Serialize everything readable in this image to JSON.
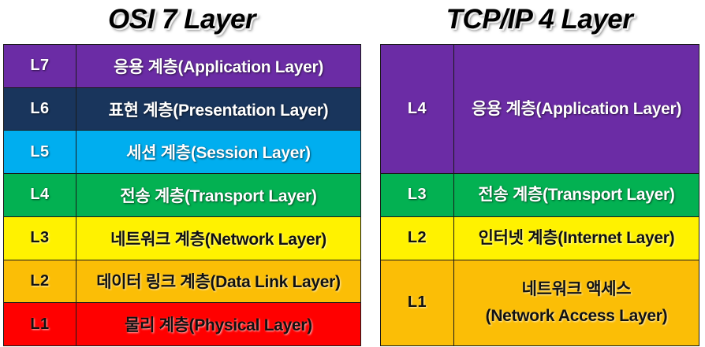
{
  "osi": {
    "title": "OSI 7 Layer",
    "columns": [
      "code",
      "name"
    ],
    "rows": [
      {
        "code": "L7",
        "name": "응용 계층(Application Layer)",
        "color": "#6B2CA5",
        "text_color": "#FFFFFF",
        "text_style": "light"
      },
      {
        "code": "L6",
        "name": "표현 계층(Presentation Layer)",
        "color": "#19355C",
        "text_color": "#FFFFFF",
        "text_style": "light"
      },
      {
        "code": "L5",
        "name": "세션 계층(Session Layer)",
        "color": "#00AEEF",
        "text_color": "#FFFFFF",
        "text_style": "light"
      },
      {
        "code": "L4",
        "name": "전송 계층(Transport Layer)",
        "color": "#03B152",
        "text_color": "#FFFFFF",
        "text_style": "light"
      },
      {
        "code": "L3",
        "name": "네트워크 계층(Network Layer)",
        "color": "#FFF200",
        "text_color": "#111111",
        "text_style": "dark"
      },
      {
        "code": "L2",
        "name": "데이터 링크 계층(Data Link Layer)",
        "color": "#FBBE06",
        "text_color": "#111111",
        "text_style": "dark"
      },
      {
        "code": "L1",
        "name": "물리 계층(Physical Layer)",
        "color": "#FF0000",
        "text_color": "#111111",
        "text_style": "dark"
      }
    ]
  },
  "tcpip": {
    "title": "TCP/IP 4 Layer",
    "columns": [
      "code",
      "name"
    ],
    "rows": [
      {
        "code": "L4",
        "name_lines": [
          "응용 계층(Application Layer)"
        ],
        "color": "#6B2CA5",
        "text_color": "#FFFFFF",
        "text_style": "light",
        "span": 3
      },
      {
        "code": "L3",
        "name_lines": [
          "전송 계층(Transport Layer)"
        ],
        "color": "#03B152",
        "text_color": "#FFFFFF",
        "text_style": "light",
        "span": 1
      },
      {
        "code": "L2",
        "name_lines": [
          "인터넷 계층(Internet Layer)"
        ],
        "color": "#FFF200",
        "text_color": "#111111",
        "text_style": "dark",
        "span": 1
      },
      {
        "code": "L1",
        "name_lines": [
          "네트워크 액세스",
          "(Network Access Layer)"
        ],
        "color": "#FBBE06",
        "text_color": "#111111",
        "text_style": "dark",
        "span": 2
      }
    ]
  }
}
